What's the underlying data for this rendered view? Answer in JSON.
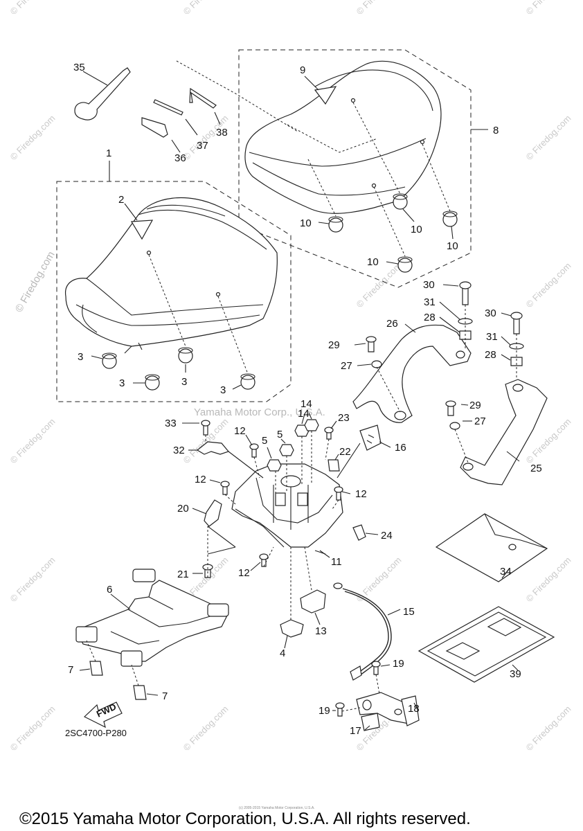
{
  "diagram": {
    "code": "2SC4700-P280",
    "fwd_label": "FWD",
    "watermark_center": "Yamaha Motor Corp., U.S.A.",
    "watermark_left": "© Firedog.com",
    "watermark_small": "© Firedog.com",
    "copyright": "©2015 Yamaha Motor Corporation, U.S.A. All rights reserved.",
    "tiny_notice": "(c) 2005-2015 Yamaha Motor Corporation, U.S.A.",
    "callouts": [
      "1",
      "2",
      "3",
      "4",
      "5",
      "6",
      "7",
      "8",
      "9",
      "10",
      "11",
      "12",
      "13",
      "14",
      "15",
      "16",
      "17",
      "18",
      "19",
      "20",
      "21",
      "22",
      "23",
      "24",
      "25",
      "26",
      "27",
      "28",
      "29",
      "30",
      "31",
      "32",
      "33",
      "34",
      "35",
      "36",
      "37",
      "38",
      "39"
    ]
  }
}
